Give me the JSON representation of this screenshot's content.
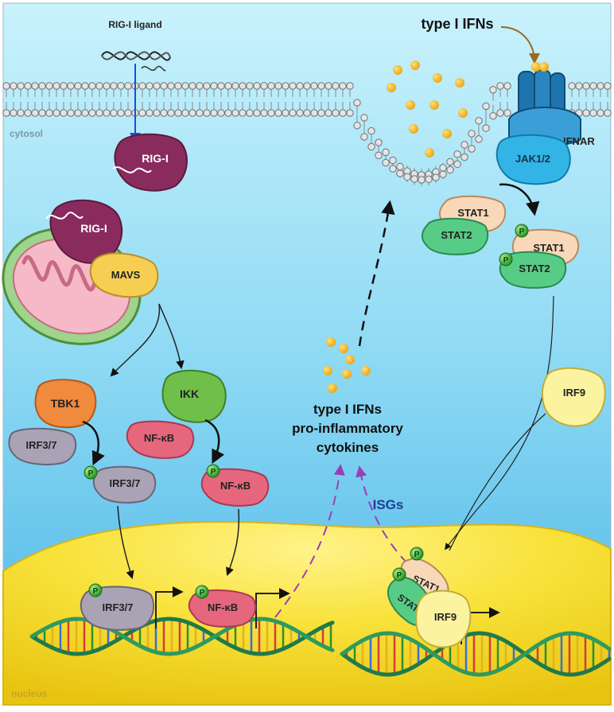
{
  "regions": {
    "cytosol": "cytosol",
    "nucleus": "nucleus"
  },
  "ligand": {
    "label": "RIG-I ligand"
  },
  "ifn_top": {
    "label": "type I IFNs"
  },
  "proteins": {
    "rig_i_free": "RIG-I",
    "rig_i_mito": "RIG-I",
    "mavs": "MAVS",
    "ifnar": "IFNAR",
    "jak": "JAK1/2",
    "stat1_a": "STAT1",
    "stat2_a": "STAT2",
    "stat1_b": "STAT1",
    "stat2_b": "STAT2",
    "irf9_free": "IRF9",
    "tbk1": "TBK1",
    "ikk": "IKK",
    "irf37_a": "IRF3/7",
    "nfkb_a": "NF-κB",
    "irf37_b": "IRF3/7",
    "nfkb_b": "NF-κB",
    "irf37_dna": "IRF3/7",
    "nfkb_dna": "NF-κB",
    "stat1_dna": "STAT1",
    "stat2_dna": "STAT2",
    "irf9_dna": "IRF9",
    "phospho": "P"
  },
  "secreted": {
    "line1": "type I IFNs",
    "line2": "pro-inflammatory",
    "line3": "cytokines"
  },
  "isgs": {
    "label": "ISGs"
  },
  "colors": {
    "cytosol_top": "#bfeefb",
    "cytosol_bottom": "#5fc3ec",
    "nucleus": "#f7e13a",
    "rig_i": "#8a2b5e",
    "mavs": "#f6cf52",
    "tbk1": "#f08a3c",
    "ikk": "#6fbf4a",
    "irf37": "#a9a3b5",
    "nfkb": "#e6677d",
    "stat1": "#f8d8b8",
    "stat2": "#57cc86",
    "irf9": "#fbf3a0",
    "ifnar": "#1e74ad",
    "jak": "#33b4e6",
    "ifn_ball": "#f2b51c",
    "phospho": "#3bb43b",
    "isgs_text": "#1f3f8f",
    "dashed_purple": "#9b3fb5"
  },
  "icons": [
    "dna-helix-icon",
    "membrane-lipid-bilayer",
    "mitochondrion-icon",
    "gene-promoter-arrow-icon",
    "phosphate-group-icon"
  ]
}
